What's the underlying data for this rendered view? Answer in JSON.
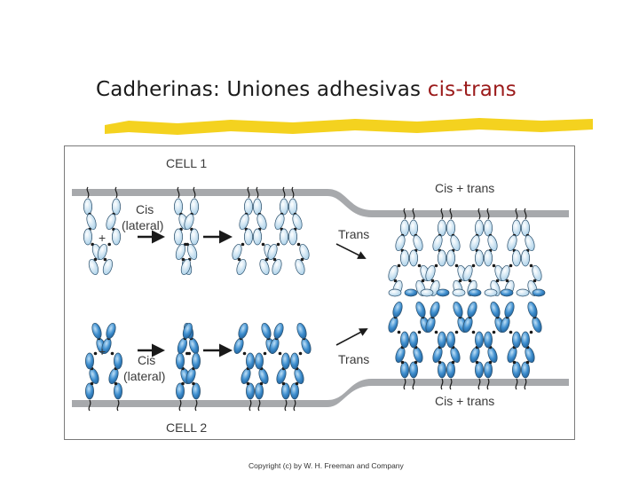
{
  "slide": {
    "title_main": "Cadherinas: Uniones adhesivas ",
    "title_accent": "cis-trans",
    "copyright": "Copyright (c) by W. H. Freeman and Company"
  },
  "figure": {
    "cell1_label": "CELL 1",
    "cell2_label": "CELL 2",
    "plus_sign": "+",
    "cis_word": "Cis",
    "lateral_word": "(lateral)",
    "trans_word": "Trans",
    "cis_trans_label": "Cis + trans"
  },
  "colors": {
    "title_accent": "#9b1b1b",
    "highlight_bar": "#f4d21f",
    "membrane": "#a7a9ac",
    "light_cadherin": "#cfe6f4",
    "dark_cadherin": "#2f7fc0"
  }
}
